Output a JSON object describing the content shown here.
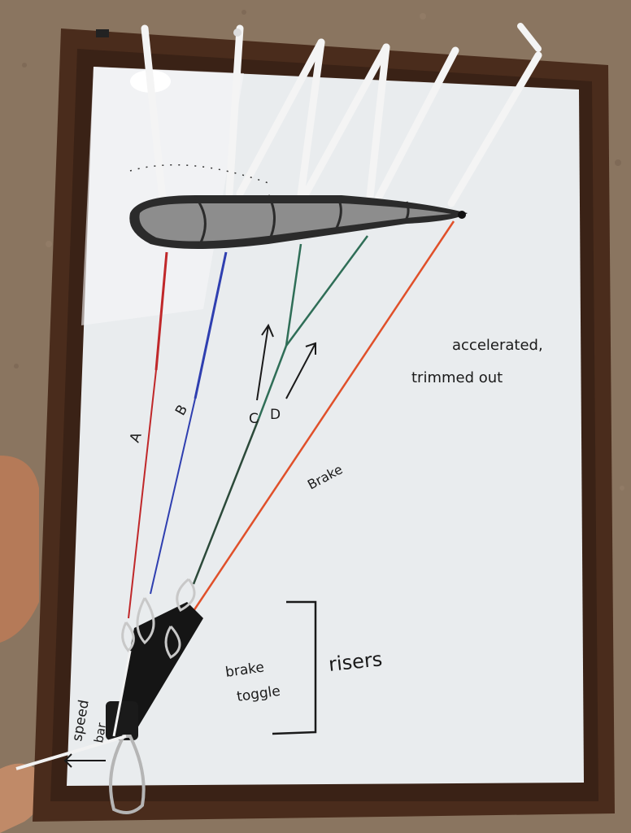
{
  "photo": {
    "labels": {
      "line_a": "A",
      "line_b": "B",
      "line_c": "C",
      "line_d": "D",
      "brake_line": "Brake",
      "state_line1": "accelerated,",
      "state_line2": "trimmed out",
      "brake_toggle_line1": "brake",
      "brake_toggle_line2": "toggle",
      "risers": "risers",
      "speed_line1": "speed",
      "speed_line2": "bar"
    },
    "colors": {
      "carpet": "#8a7560",
      "frame": "#4a2c1c",
      "whiteboard": "#e9ecee",
      "a_line": "#c0282a",
      "b_line": "#2f3fb0",
      "c_line": "#2c4a3a",
      "d_line": "#2f6e57",
      "brake_line": "#e0502a",
      "strap": "#f4f4f4"
    }
  }
}
